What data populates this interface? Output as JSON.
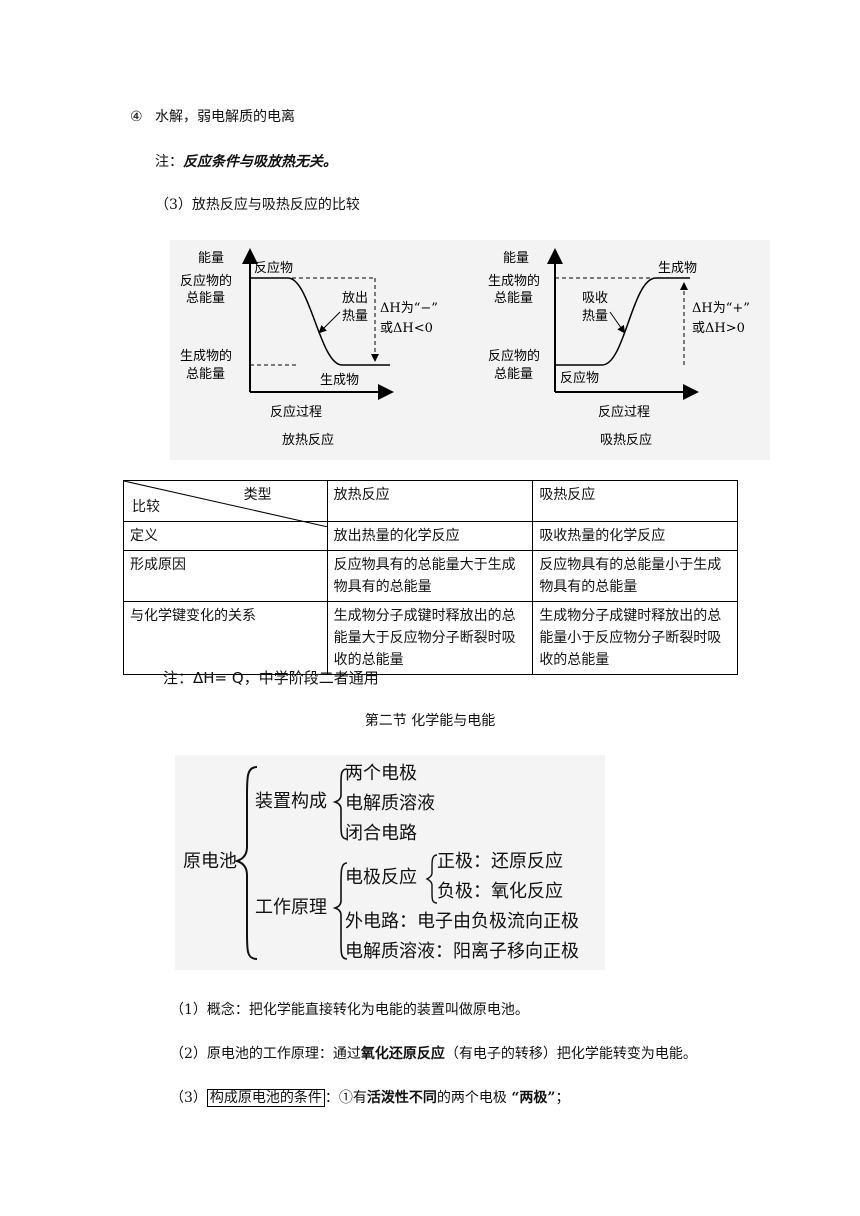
{
  "line_hydrolysis": {
    "num": "④",
    "text": "水解，弱电解质的电离"
  },
  "note1": {
    "label": "注：",
    "text": "反应条件与吸放热无关。"
  },
  "section3_title": "（3）放热反应与吸热反应的比较",
  "diagram_exo": {
    "y_label": [
      "能量"
    ],
    "reactant_total": [
      "反应物的",
      "总能量"
    ],
    "product_total": [
      "生成物的",
      "总能量"
    ],
    "reactant": "反应物",
    "product": "生成物",
    "release": [
      "放出",
      "热量"
    ],
    "dh": [
      "ΔH为“−”",
      "或ΔH<0"
    ],
    "x_label": "反应过程",
    "caption": "放热反应"
  },
  "diagram_endo": {
    "y_label": [
      "能量"
    ],
    "product_total": [
      "生成物的",
      "总能量"
    ],
    "reactant_total": [
      "反应物的",
      "总能量"
    ],
    "product": "生成物",
    "reactant": "反应物",
    "absorb": [
      "吸收",
      "热量"
    ],
    "dh": [
      "ΔH为“+”",
      "或ΔH>0"
    ],
    "x_label": "反应过程",
    "caption": "吸热反应"
  },
  "table": {
    "header_type": "类型",
    "header_compare": "比较",
    "col_exo": "放热反应",
    "col_endo": "吸热反应",
    "rows": [
      {
        "label": "定义",
        "exo": "放出热量的化学反应",
        "endo": "吸收热量的化学反应"
      },
      {
        "label": "形成原因",
        "exo": "反应物具有的总能量大于生成物具有的总能量",
        "endo": "反应物具有的总能量小于生成物具有的总能量"
      },
      {
        "label": "与化学键变化的关系",
        "exo": "生成物分子成键时释放出的总能量大于反应物分子断裂时吸收的总能量",
        "endo": "生成物分子成键时释放出的总能量小于反应物分子断裂时吸收的总能量"
      }
    ]
  },
  "note2": {
    "label": "注：",
    "text": "ΔH= Q，中学阶段二者通用"
  },
  "section2_title": "第二节  化学能与电能",
  "tree": {
    "root": "原电池",
    "branch1": "装置构成",
    "branch1_items": [
      "两个电极",
      "电解质溶液",
      "闭合电路"
    ],
    "branch2": "工作原理",
    "electrode_reaction": "电极反应",
    "electrode_items": [
      "正极：还原反应",
      "负极：氧化反应"
    ],
    "outer_circuit": "外电路：电子由负极流向正极",
    "electrolyte": "电解质溶液：阳离子移向正极"
  },
  "p1": "（1）概念：把化学能直接转化为电能的装置叫做原电池。",
  "p2": {
    "pre": "（2）原电池的工作原理：通过",
    "bold": "氧化还原反应",
    "post": "（有电子的转移）把化学能转变为电能。"
  },
  "p3": {
    "pre": "（3）",
    "boxed": "构成原电池的条件",
    "mid": "：①有",
    "bold1": "活泼性不同",
    "mid2": "的两个电极 ",
    "bold2": "“两极”",
    "end": "；"
  }
}
